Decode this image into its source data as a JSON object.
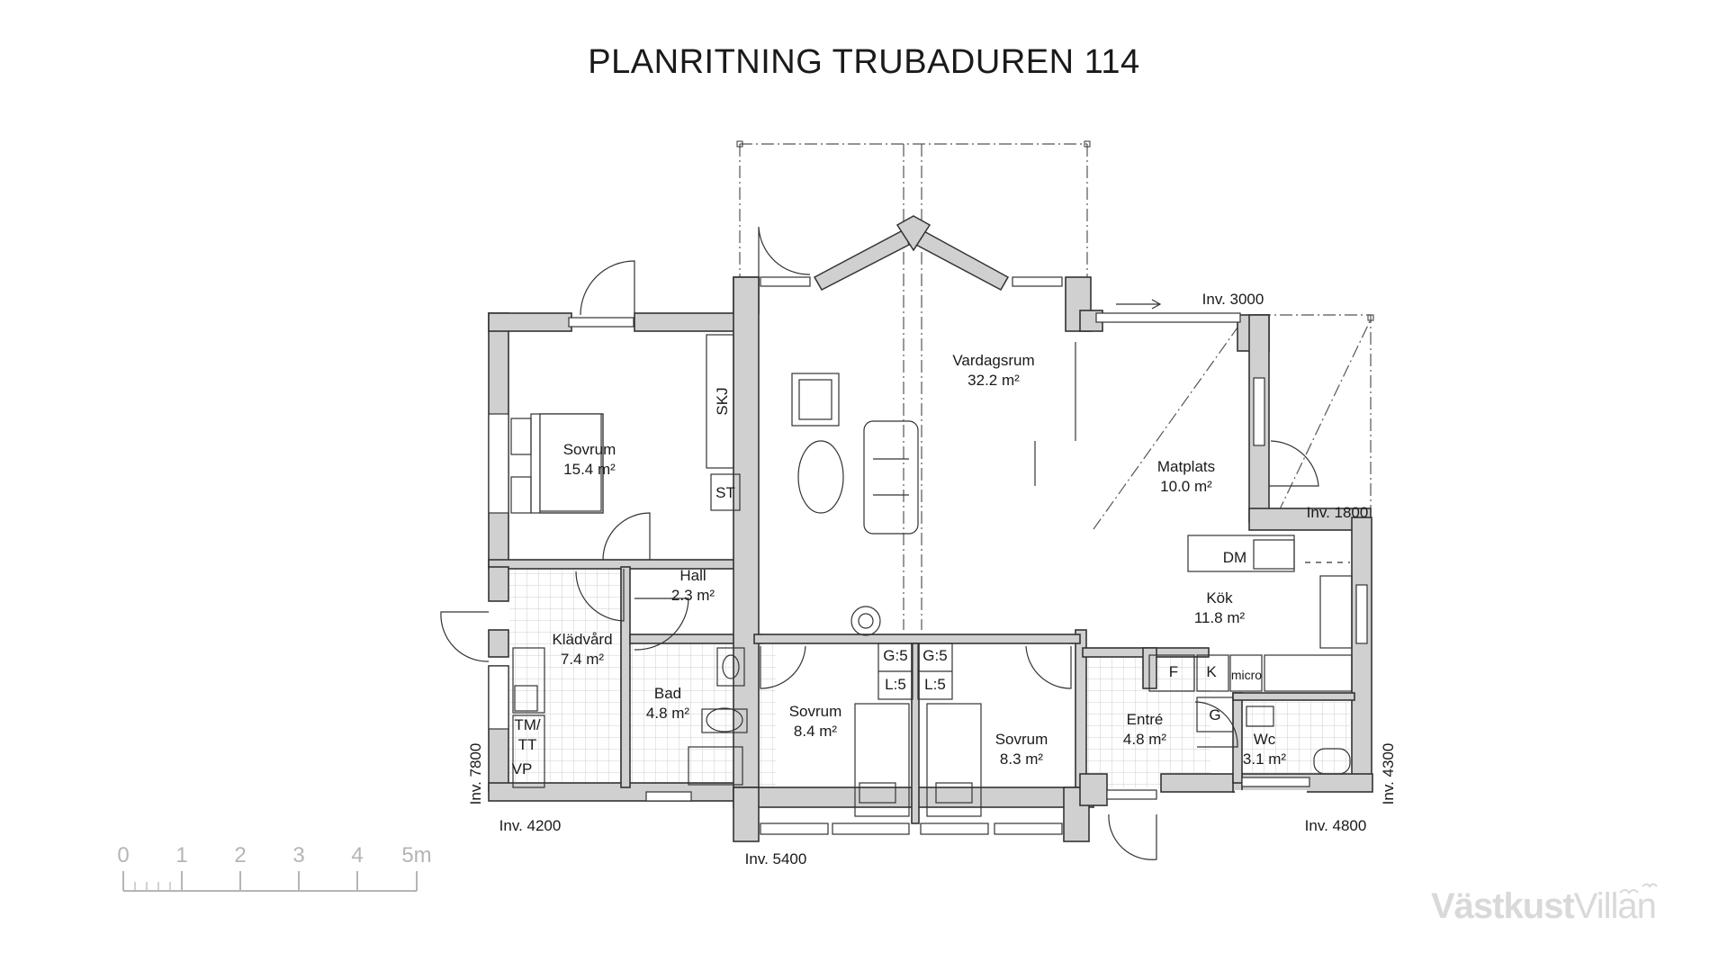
{
  "title": "PLANRITNING TRUBADUREN 114",
  "rooms": [
    {
      "name": "Sovrum",
      "area": "15.4 m²"
    },
    {
      "name": "Vardagsrum",
      "area": "32.2 m²"
    },
    {
      "name": "Matplats",
      "area": "10.0 m²"
    },
    {
      "name": "Hall",
      "area": "2.3 m²"
    },
    {
      "name": "Kök",
      "area": "11.8 m²"
    },
    {
      "name": "Klädvård",
      "area": "7.4 m²"
    },
    {
      "name": "Bad",
      "area": "4.8 m²"
    },
    {
      "name": "Sovrum",
      "area": "8.4 m²"
    },
    {
      "name": "Sovrum",
      "area": "8.3 m²"
    },
    {
      "name": "Entré",
      "area": "4.8 m²"
    },
    {
      "name": "Wc",
      "area": "3.1 m²"
    }
  ],
  "fixtures": {
    "skj": "SKJ",
    "st": "ST",
    "dm": "DM",
    "f": "F",
    "k": "K",
    "micro": "micro",
    "g": "G",
    "tm": "TM/",
    "tt": "TT",
    "vp": "VP",
    "g5a": "G:5",
    "l5a": "L:5",
    "g5b": "G:5",
    "l5b": "L:5"
  },
  "dimensions": {
    "inv3000": "Inv. 3000",
    "inv1800": "Inv. 1800",
    "inv7800": "Inv. 7800",
    "inv4200": "Inv. 4200",
    "inv5400": "Inv. 5400",
    "inv4800": "Inv. 4800",
    "inv4300": "Inv. 4300"
  },
  "scale": [
    "0",
    "1",
    "2",
    "3",
    "4",
    "5m"
  ],
  "logo": {
    "bold": "Västkust",
    "normal": "Villan"
  }
}
